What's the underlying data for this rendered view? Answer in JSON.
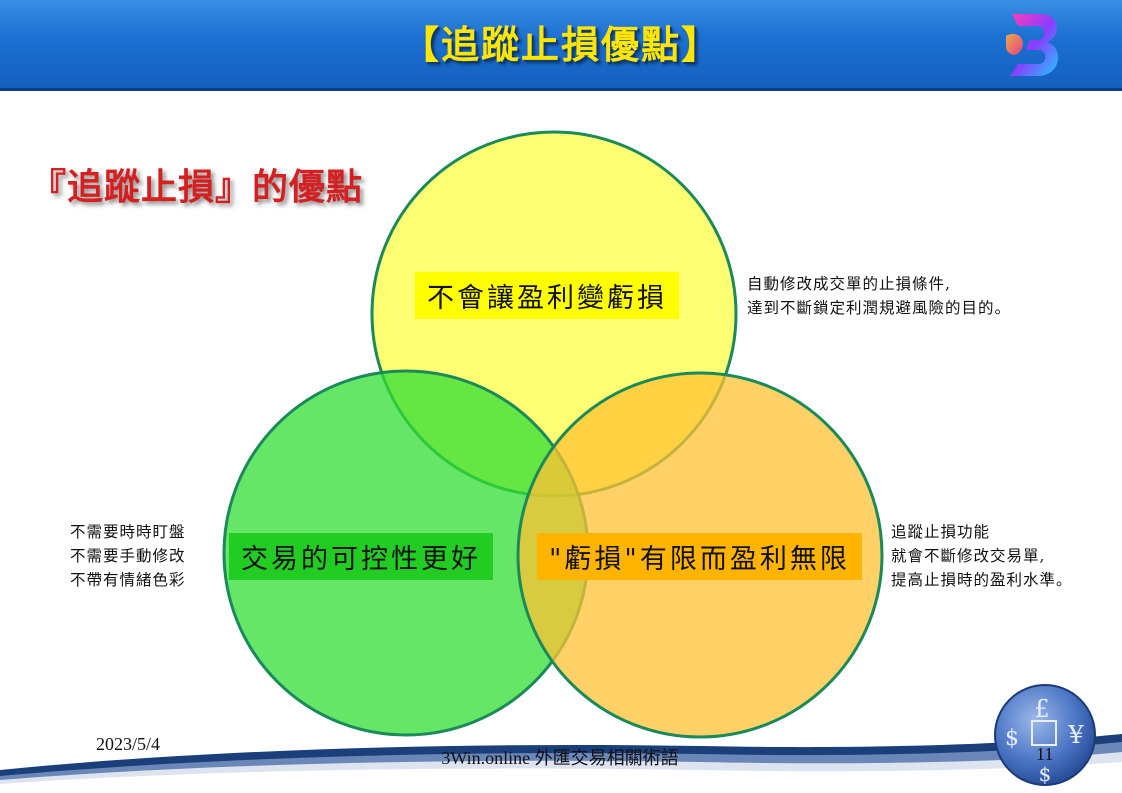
{
  "slide": {
    "title": "【追蹤止損優點】",
    "subtitle": "『追蹤止損』的優點"
  },
  "venn": {
    "top": {
      "label": "不會讓盈利變虧損",
      "note": [
        "自動修改成交單的止損條件,",
        "達到不斷鎖定利潤規避風險的目的。"
      ],
      "fill": "#ffff44",
      "label_bg": "#ffff00"
    },
    "left": {
      "label": "交易的可控性更好",
      "note": [
        "不需要時時盯盤",
        "不需要手動修改",
        "不帶有情緒色彩"
      ],
      "fill": "#33dd33",
      "label_bg": "#22cc22"
    },
    "right": {
      "label": "\"虧損\"有限而盈利無限",
      "note": [
        "追蹤止損功能",
        "就會不斷修改交易單,",
        "提高止損時的盈利水準。"
      ],
      "fill": "#ffc233",
      "label_bg": "#ffb400"
    },
    "stroke": "#1a8a5a"
  },
  "footer": {
    "date": "2023/5/4",
    "text": "3Win.online  外匯交易相關術語",
    "page": "11"
  },
  "colors": {
    "header": "#1a6fd0",
    "title": "#ffe600",
    "subtitle": "#d42020"
  }
}
